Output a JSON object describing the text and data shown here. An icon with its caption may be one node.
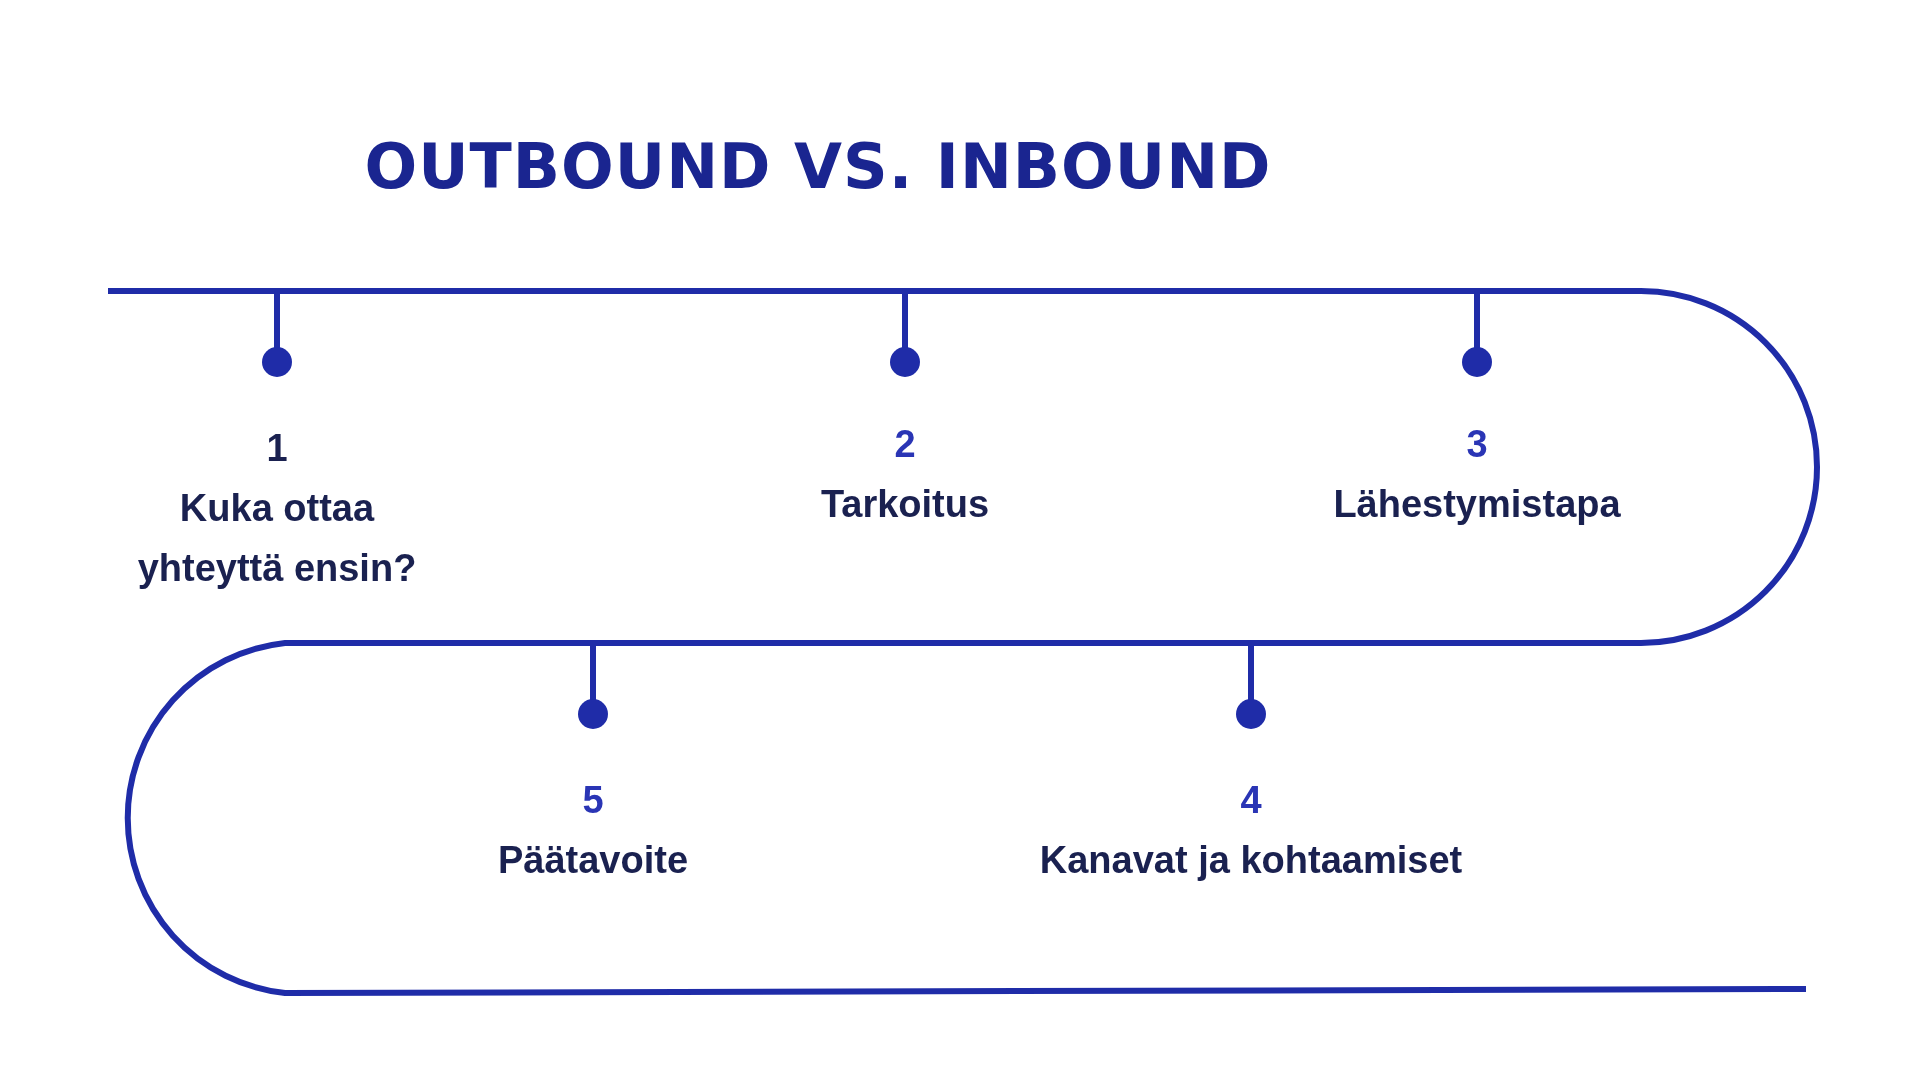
{
  "diagram": {
    "title": "OUTBOUND VS. INBOUND",
    "labels": [
      "1",
      "Kuka ottaa yhteyttä ensin?",
      "2",
      "Tarkoitus",
      "3",
      "Lähestymistapa",
      "5",
      "Päätavoite",
      "4",
      "Kanavat ja kohtaamiset"
    ]
  }
}
